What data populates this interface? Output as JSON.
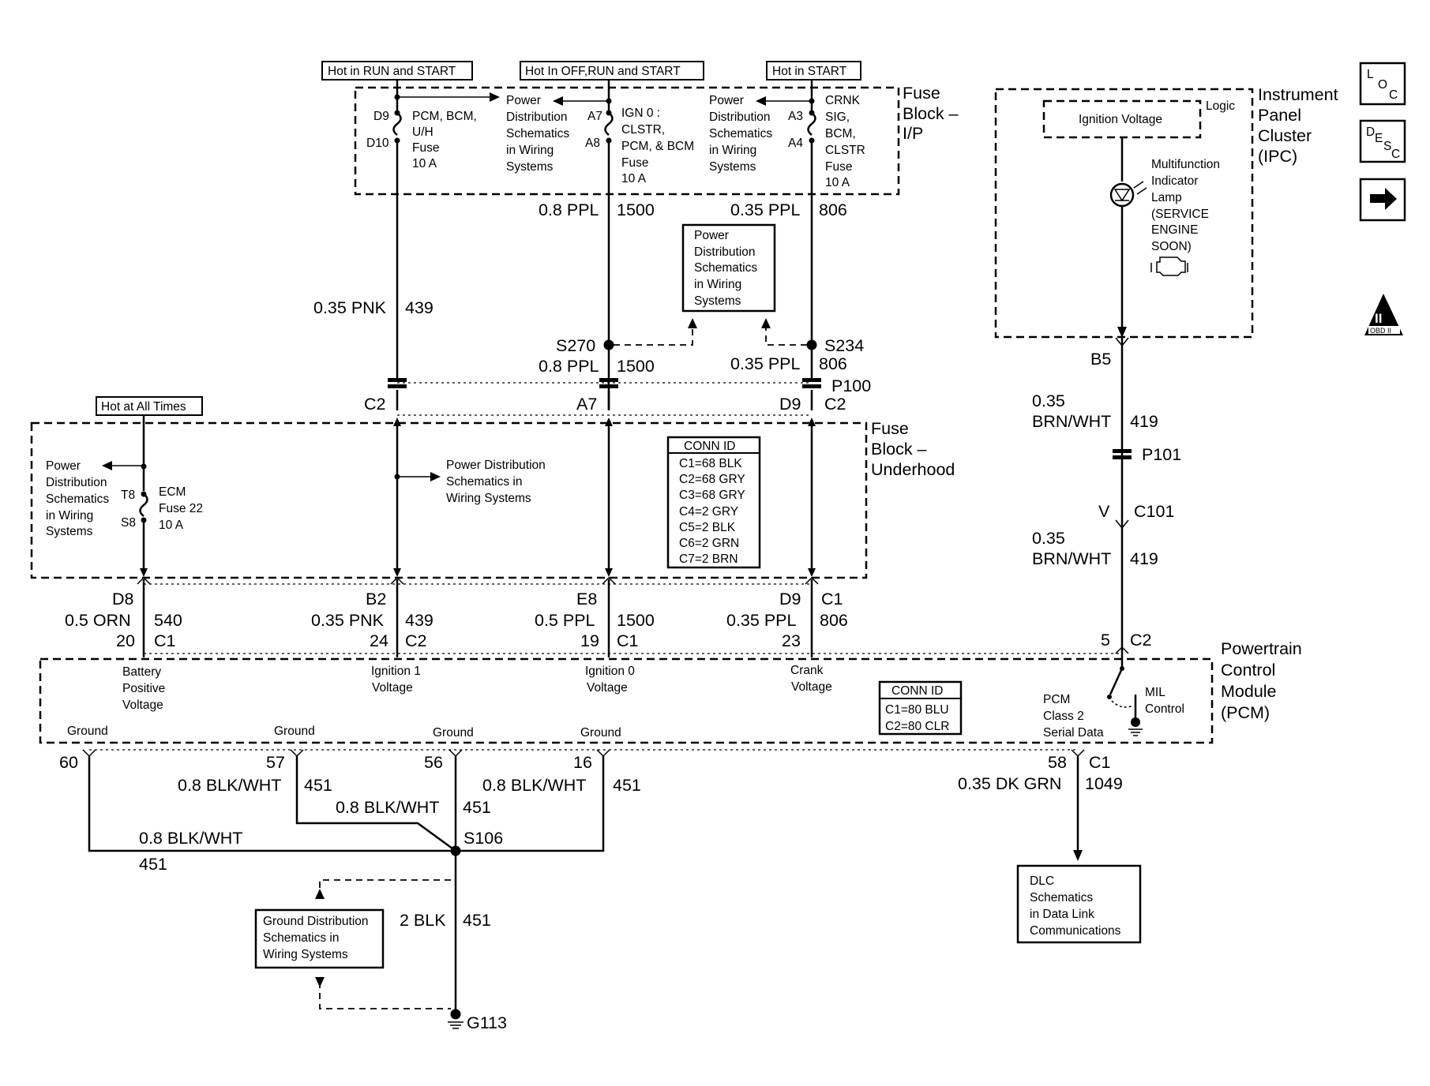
{
  "hot_labels": {
    "run_start": "Hot in RUN and START",
    "off_run_start": "Hot In OFF,RUN and START",
    "start": "Hot in START",
    "all_times": "Hot at All Times"
  },
  "fuse_block_ip": {
    "title": [
      "Fuse",
      "Block –",
      "I/P"
    ],
    "pcm_fuse": {
      "pins": [
        "D9",
        "D10"
      ],
      "text": [
        "PCM, BCM,",
        "U/H",
        "Fuse",
        "10 A"
      ]
    },
    "pds_left": [
      "Power",
      "Distribution",
      "Schematics",
      "in Wiring",
      "Systems"
    ],
    "ign_fuse": {
      "pins": [
        "A7",
        "A8"
      ],
      "text": [
        "IGN 0 :",
        "CLSTR,",
        "PCM, & BCM",
        "Fuse",
        "10 A"
      ]
    },
    "pds_right": [
      "Power",
      "Distribution",
      "Schematics",
      "in Wiring",
      "Systems"
    ],
    "crnk_fuse": {
      "pins": [
        "A3",
        "A4"
      ],
      "text": [
        "CRNK",
        "SIG,",
        "BCM,",
        "CLSTR",
        "Fuse",
        "10 A"
      ]
    }
  },
  "wires_top": {
    "w1500_size": "0.8 PPL",
    "w1500_num": "1500",
    "w806_size": "0.35 PPL",
    "w806_num": "806",
    "w439_size": "0.35 PNK",
    "w439_num": "439"
  },
  "pds_box": [
    "Power",
    "Distribution",
    "Schematics",
    "in Wiring",
    "Systems"
  ],
  "splices": {
    "s270": "S270",
    "s270_size": "0.8 PPL",
    "s270_num": "1500",
    "s234": "S234",
    "s234_size": "0.35 PPL",
    "s234_num": "806"
  },
  "connector_p100": {
    "name": "P100",
    "labels": [
      "C2",
      "A7",
      "D9",
      "C2"
    ]
  },
  "fuse_block_uh": {
    "title": [
      "Fuse",
      "Block –",
      "Underhood"
    ],
    "pds_left": [
      "Power",
      "Distribution",
      "Schematics",
      "in Wiring",
      "Systems"
    ],
    "ecm_fuse": {
      "pins": [
        "T8",
        "S8"
      ],
      "text": [
        "ECM",
        "Fuse 22",
        "10 A"
      ]
    },
    "pds_mid": [
      "Power Distribution",
      "Schematics in",
      "Wiring Systems"
    ],
    "conn_id_title": "CONN ID",
    "conn_id": [
      "C1=68 BLK",
      "C2=68 GRY",
      "C3=68 GRY",
      "C4=2 GRY",
      "C5=2 BLK",
      "C6=2 GRN",
      "C7=2 BRN"
    ]
  },
  "uh_out": {
    "d8": "D8",
    "w540_size": "0.5 ORN",
    "w540_num": "540",
    "pin20": "20",
    "c1a": "C1",
    "b2": "B2",
    "w439_size": "0.35 PNK",
    "w439_num": "439",
    "pin24": "24",
    "c2a": "C2",
    "e8": "E8",
    "w1500_size": "0.5 PPL",
    "w1500_num": "1500",
    "pin19": "19",
    "c1b": "C1",
    "d9": "D9",
    "c1c": "C1",
    "w806_size": "0.35 PPL",
    "w806_num": "806",
    "pin23": "23"
  },
  "ipc": {
    "title": [
      "Instrument",
      "Panel",
      "Cluster",
      "(IPC)"
    ],
    "logic": "Logic",
    "ignition_voltage": "Ignition Voltage",
    "lamp": [
      "Multifunction",
      "Indicator",
      "Lamp",
      "(SERVICE",
      "ENGINE",
      "SOON)"
    ]
  },
  "ipc_wire": {
    "b5": "B5",
    "size1a": "0.35",
    "size1b": "BRN/WHT",
    "num1": "419",
    "p101": "P101",
    "v": "V",
    "c101": "C101",
    "size2a": "0.35",
    "size2b": "BRN/WHT",
    "num2": "419",
    "pin5": "5",
    "c2": "C2"
  },
  "pcm": {
    "title": [
      "Powertrain",
      "Control",
      "Module",
      "(PCM)"
    ],
    "inputs": {
      "battery": [
        "Battery",
        "Positive",
        "Voltage"
      ],
      "ign1": [
        "Ignition 1",
        "Voltage"
      ],
      "ign0": [
        "Ignition 0",
        "Voltage"
      ],
      "crank": [
        "Crank",
        "Voltage"
      ]
    },
    "conn_id_title": "CONN ID",
    "conn_id": [
      "C1=80 BLU",
      "C2=80 CLR"
    ],
    "serial": [
      "PCM",
      "Class 2",
      "Serial Data"
    ],
    "mil": [
      "MIL",
      "Control"
    ],
    "grounds": [
      "Ground",
      "Ground",
      "Ground",
      "Ground"
    ]
  },
  "ground_wires": {
    "pins": [
      "60",
      "57",
      "56",
      "16"
    ],
    "size": "0.8 BLK/WHT",
    "num": "451",
    "s106": "S106",
    "main_size": "2 BLK",
    "main_num": "451",
    "g113": "G113",
    "gds": [
      "Ground Distribution",
      "Schematics in",
      "Wiring Systems"
    ]
  },
  "dlc": {
    "pin": "58",
    "conn": "C1",
    "size": "0.35 DK GRN",
    "num": "1049",
    "box": [
      "DLC",
      "Schematics",
      "in Data Link",
      "Communications"
    ]
  },
  "nav_icons": {
    "loc": [
      "L",
      "O",
      "C"
    ],
    "desc": [
      "D",
      "E",
      "S",
      "C"
    ],
    "obd": [
      "II",
      "OBD II"
    ]
  }
}
